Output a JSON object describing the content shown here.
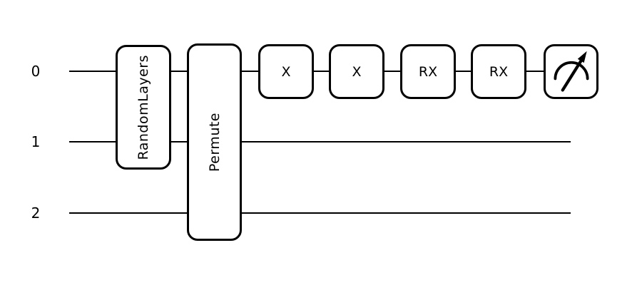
{
  "figure": {
    "type": "quantum-circuit-diagram",
    "background_color": "#ffffff",
    "line_color": "#000000",
    "num_wires": 3
  },
  "circuit": {
    "wire_labels": [
      "0",
      "1",
      "2"
    ],
    "gates": [
      {
        "label": "RandomLayers",
        "wires": "0-1",
        "orientation": "vertical"
      },
      {
        "label": "Permute",
        "wires": "0-2",
        "orientation": "vertical"
      },
      {
        "label": "X",
        "wires": "0"
      },
      {
        "label": "X",
        "wires": "0"
      },
      {
        "label": "RX",
        "wires": "0"
      },
      {
        "label": "RX",
        "wires": "0"
      },
      {
        "label": "",
        "wires": "0",
        "type": "measurement",
        "icon": "measure-gauge-icon"
      }
    ]
  }
}
